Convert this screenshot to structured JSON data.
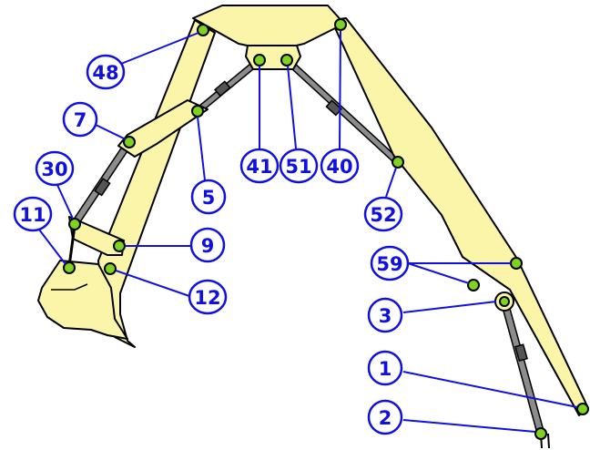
{
  "colors": {
    "boom_fill": "#fbf5aa",
    "outline": "#000000",
    "callout": "#1010e0",
    "pin_fill": "#7ed321",
    "rod": "#8c8c8c",
    "background": "#ffffff"
  },
  "callouts": [
    {
      "id": "48",
      "label": "48"
    },
    {
      "id": "7",
      "label": "7"
    },
    {
      "id": "30",
      "label": "30"
    },
    {
      "id": "11",
      "label": "11"
    },
    {
      "id": "5",
      "label": "5"
    },
    {
      "id": "9",
      "label": "9"
    },
    {
      "id": "12",
      "label": "12"
    },
    {
      "id": "41",
      "label": "41"
    },
    {
      "id": "51",
      "label": "51"
    },
    {
      "id": "40",
      "label": "40"
    },
    {
      "id": "52",
      "label": "52"
    },
    {
      "id": "59",
      "label": "59"
    },
    {
      "id": "3",
      "label": "3"
    },
    {
      "id": "1",
      "label": "1"
    },
    {
      "id": "2",
      "label": "2"
    }
  ]
}
